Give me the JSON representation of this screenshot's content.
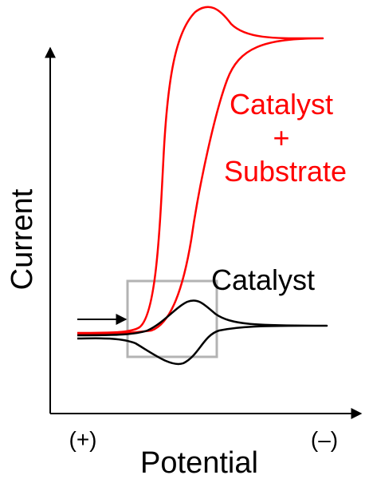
{
  "chart_data": {
    "type": "line",
    "title": "",
    "xlabel": "Potential",
    "ylabel": "Current",
    "x_direction_labels": {
      "left": "(+)",
      "right": "(–)"
    },
    "grid": false,
    "legend": "none",
    "series": [
      {
        "name": "Catalyst\n+\nSubstrate",
        "color": "#ff0000",
        "shape": "catalytic-wave"
      },
      {
        "name": "Catalyst",
        "color": "#000000",
        "shape": "reversible-redox"
      }
    ],
    "annotations": [
      {
        "type": "scan-direction-arrow",
        "direction": "right"
      },
      {
        "type": "highlight-box",
        "color": "#b3b3b3",
        "region": "catalyst redox wave"
      }
    ]
  }
}
